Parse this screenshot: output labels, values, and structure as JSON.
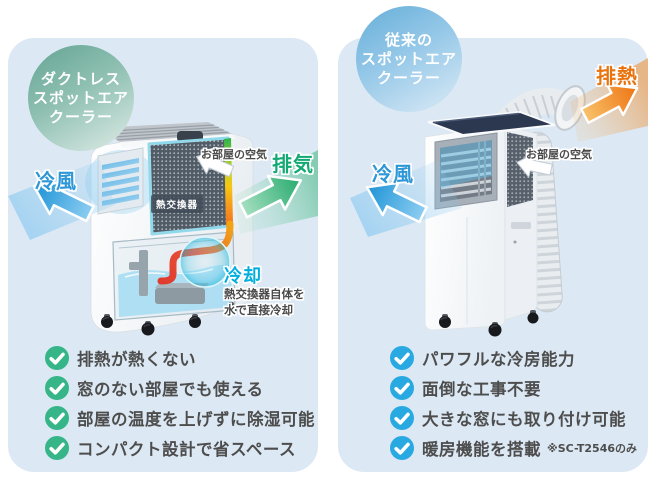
{
  "colors": {
    "panel_bg": "#dce9f4",
    "left_badge_gradient_top": "#63a493",
    "left_badge_gradient_bottom": "#dcebe6",
    "right_badge_gradient_top": "#66aed9",
    "right_badge_gradient_bottom": "#d9ecf8",
    "cool_air_blue": "#2e97d6",
    "exhaust_air_green": "#12a974",
    "exhaust_heat_orange": "#e8730f",
    "cooling_cyan": "#00aede",
    "check_green": "#35b588",
    "check_blue": "#29a9e1",
    "feature_text_gray": "#4d4d4d"
  },
  "left_panel": {
    "badge_lines": [
      "ダクトレス",
      "スポットエア",
      "クーラー"
    ],
    "labels": {
      "cool_air": "冷風",
      "room_air": "お部屋の空気",
      "exhaust_air": "排気",
      "heat_exchanger": "熱交換器",
      "cooling": "冷却",
      "cooling_note_1": "熱交換器自体を",
      "cooling_note_2": "水で直接冷却"
    },
    "features": [
      "排熱が熱くない",
      "窓のない部屋でも使える",
      "部屋の温度を上げずに除湿可能",
      "コンパクト設計で省スペース"
    ]
  },
  "right_panel": {
    "badge_lines": [
      "従来の",
      "スポットエア",
      "クーラー"
    ],
    "labels": {
      "cool_air": "冷風",
      "room_air": "お部屋の空気",
      "exhaust_heat": "排熱"
    },
    "features": [
      "パワフルな冷房能力",
      "面倒な工事不要",
      "大きな窓にも取り付け可能",
      "暖房機能を搭載"
    ],
    "feature_note": "※SC-T2546のみ"
  }
}
